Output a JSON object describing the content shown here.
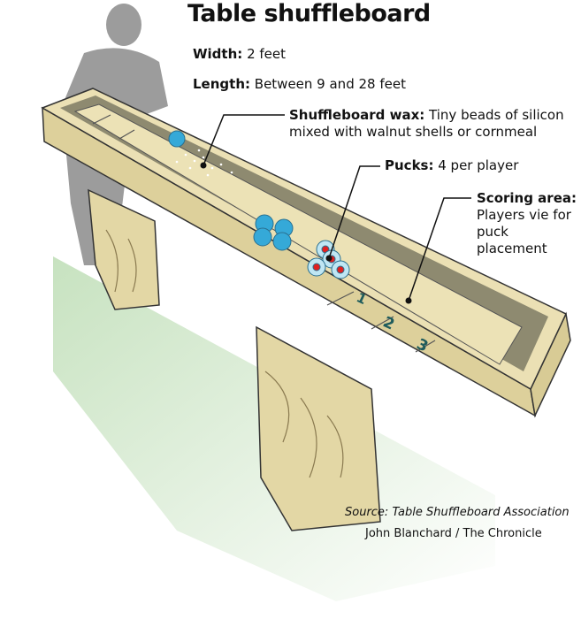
{
  "title": "Table shuffleboard",
  "width": {
    "label": "Width:",
    "value": "2 feet"
  },
  "length": {
    "label": "Length:",
    "value": "Between 9 and 28 feet"
  },
  "callouts": {
    "wax": {
      "label": "Shuffleboard wax:",
      "text": "Tiny beads of silicon mixed with walnut shells or cornmeal"
    },
    "pucks": {
      "label": "Pucks:",
      "text": "4 per player"
    },
    "scoring": {
      "label": "Scoring area:",
      "text": "Players vie for puck placement"
    }
  },
  "score_numbers": [
    "1",
    "2",
    "3"
  ],
  "source": "Source: Table Shuffleboard Association",
  "credit": "John Blanchard / The Chronicle",
  "colors": {
    "wood": "#e8dcae",
    "gutter": "#8e8a70",
    "puck_blue": "#35a9d8",
    "puck_red": "#e02020",
    "shadow": "#c6e0b8",
    "person": "#9a9a9a",
    "numbers": "#1f5c5c"
  }
}
